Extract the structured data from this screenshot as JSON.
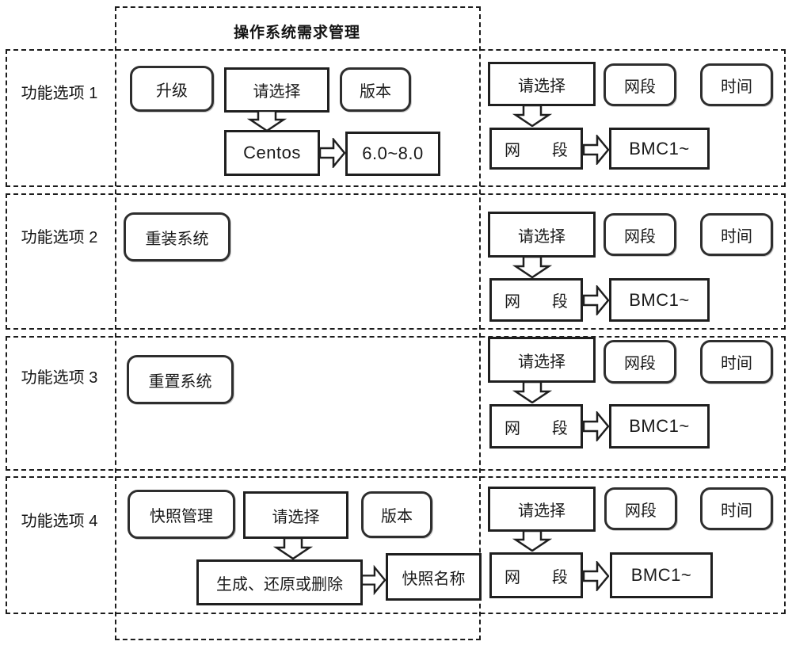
{
  "title": "操作系统需求管理",
  "colors": {
    "line": "#1c1c1c",
    "background": "#ffffff"
  },
  "rows": [
    {
      "label": "功能选项 1",
      "left": {
        "action": "升级",
        "select": "请选择",
        "category": "版本",
        "value": "Centos",
        "detail": "6.0~8.0"
      },
      "right": {
        "select": "请选择",
        "segment_tag": "网段",
        "time_tag": "时间",
        "segment": "网　　段",
        "target": "BMC1~"
      }
    },
    {
      "label": "功能选项 2",
      "left": {
        "action": "重装系统"
      },
      "right": {
        "select": "请选择",
        "segment_tag": "网段",
        "time_tag": "时间",
        "segment": "网　　段",
        "target": "BMC1~"
      }
    },
    {
      "label": "功能选项 3",
      "left": {
        "action": "重置系统"
      },
      "right": {
        "select": "请选择",
        "segment_tag": "网段",
        "time_tag": "时间",
        "segment": "网　　段",
        "target": "BMC1~"
      }
    },
    {
      "label": "功能选项 4",
      "left": {
        "action": "快照管理",
        "select": "请选择",
        "category": "版本",
        "value": "生成、还原或删除",
        "detail": "快照名称"
      },
      "right": {
        "select": "请选择",
        "segment_tag": "网段",
        "time_tag": "时间",
        "segment": "网　　段",
        "target": "BMC1~"
      }
    }
  ]
}
